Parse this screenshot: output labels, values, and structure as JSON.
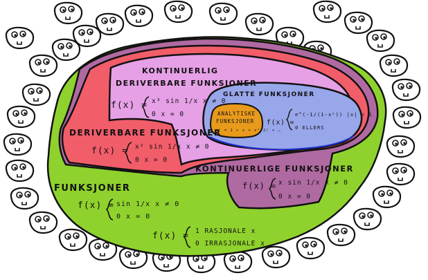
{
  "colors": {
    "functions": "#8fd22d",
    "continuous": "#b06aa2",
    "differentiable": "#f25d6a",
    "cont_differentiable": "#e6a0e6",
    "smooth": "#98a6ea",
    "analytic": "#e89a1c",
    "outline": "#111111",
    "face": "#ffffff"
  },
  "regions": {
    "functions": {
      "title": "FUNKSJONER",
      "fx": "f(x) =",
      "case1": "sin 1/x   x ≠ 0",
      "case2": "0        x = 0"
    },
    "dirichlet": {
      "fx": "f(x) =",
      "case1": "1   RASJONALE x",
      "case2": "0   IRRASJONALE x"
    },
    "continuous": {
      "title": "KONTINUERLIGE FUNKSJONER",
      "fx": "f(x) =",
      "case1": "x sin 1/x   x ≠ 0",
      "case2": "0          x = 0"
    },
    "differentiable": {
      "title": "DERIVERBARE FUNKSJONER",
      "fx": "f(x) =",
      "case1": "x² sin 1/x   x ≠ 0",
      "case2": "0          x = 0"
    },
    "cont_differentiable": {
      "title_line1": "KONTINUERLIG",
      "title_line2": "DERIVERBARE FUNKSJONER",
      "fx": "f(x) =",
      "case1": "x³ sin 1/x   x ≠ 0",
      "case2": "0          x = 0"
    },
    "smooth": {
      "title": "GLATTE FUNKSJONER",
      "fx": "f(x) =",
      "case1": "e^(-1/(1-x²))   |x| < 1",
      "case2": "0          ELLERS"
    },
    "analytic": {
      "line1": "ANALYTISKE",
      "line2": "FUNKSJONER",
      "line3": "eˣ = 1 + x + x²/2! + …"
    }
  }
}
